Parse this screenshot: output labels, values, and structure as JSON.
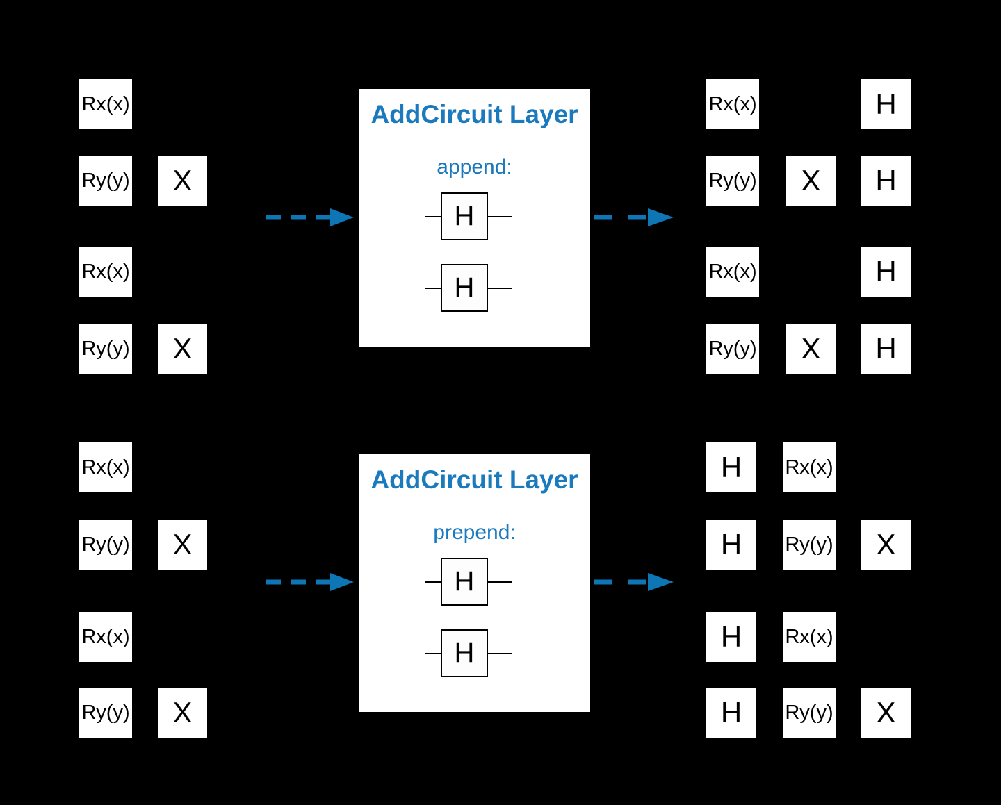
{
  "diagram": {
    "description": "AddCircuit Layer append/prepend quantum circuit diagram",
    "colors": {
      "background": "#000000",
      "panel_background": "#ffffff",
      "gate_background": "#ffffff",
      "gate_text": "#000000",
      "accent_blue_arrow": "#0f76b6",
      "accent_blue_text": "#1b7abd"
    }
  },
  "panels": [
    {
      "title": "AddCircuit Layer",
      "mode": "append:",
      "gates": [
        "H",
        "H"
      ]
    },
    {
      "title": "AddCircuit Layer",
      "mode": "prepend:",
      "gates": [
        "H",
        "H"
      ]
    }
  ],
  "circuits": {
    "top_input": {
      "cells": [
        {
          "label": "Rx(x)"
        },
        {
          "label": "Ry(y)"
        },
        {
          "label": "X"
        },
        {
          "label": "Rx(x)"
        },
        {
          "label": "Ry(y)"
        },
        {
          "label": "X"
        }
      ]
    },
    "top_output": {
      "cells": [
        {
          "label": "Rx(x)"
        },
        {
          "label": "H"
        },
        {
          "label": "Ry(y)"
        },
        {
          "label": "X"
        },
        {
          "label": "H"
        },
        {
          "label": "Rx(x)"
        },
        {
          "label": "H"
        },
        {
          "label": "Ry(y)"
        },
        {
          "label": "X"
        },
        {
          "label": "H"
        }
      ]
    },
    "bottom_input": {
      "cells": [
        {
          "label": "Rx(x)"
        },
        {
          "label": "Ry(y)"
        },
        {
          "label": "X"
        },
        {
          "label": "Rx(x)"
        },
        {
          "label": "Ry(y)"
        },
        {
          "label": "X"
        }
      ]
    },
    "bottom_output": {
      "cells": [
        {
          "label": "H"
        },
        {
          "label": "Rx(x)"
        },
        {
          "label": "H"
        },
        {
          "label": "Ry(y)"
        },
        {
          "label": "X"
        },
        {
          "label": "H"
        },
        {
          "label": "Rx(x)"
        },
        {
          "label": "H"
        },
        {
          "label": "Ry(y)"
        },
        {
          "label": "X"
        }
      ]
    }
  }
}
